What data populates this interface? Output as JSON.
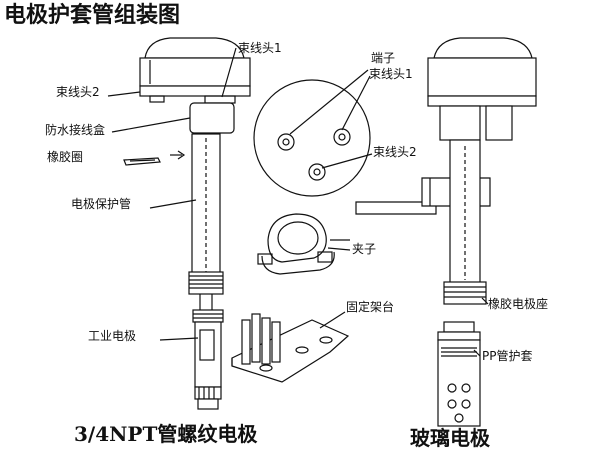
{
  "title": "电极护套管组装图",
  "labels": {
    "cable_head_1": "束线头1",
    "cable_head_2_left": "束线头2",
    "waterproof_box": "防水接线盒",
    "rubber_ring": "橡胶圈",
    "protect_tube": "电极保护管",
    "industrial_electrode": "工业电极",
    "terminal": "端子",
    "cable_head_1_circle": "束线头1",
    "cable_head_2_circle": "束线头2",
    "clip": "夹子",
    "fixed_stand": "固定架台",
    "rubber_seat": "橡胶电极座",
    "pp_sleeve": "PP管护套"
  },
  "captions": {
    "left": "3/4NPT管螺纹电极",
    "right": "玻璃电极"
  },
  "colors": {
    "line": "#111111",
    "background": "#ffffff"
  }
}
